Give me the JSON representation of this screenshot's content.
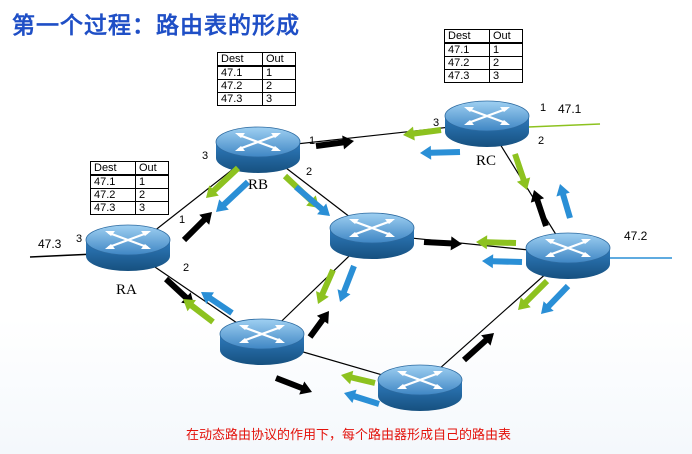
{
  "title": "第一个过程：路由表的形成",
  "caption": "在动态路由协议的作用下，每个路由器形成自己的路由表",
  "routers": {
    "RA": {
      "label": "RA"
    },
    "RB": {
      "label": "RB"
    },
    "RC": {
      "label": "RC"
    }
  },
  "networks": {
    "left": "47.3",
    "top_right": "47.1",
    "right": "47.2"
  },
  "ports": {
    "ra_left": "3",
    "ra_up": "1",
    "ra_down": "2",
    "rb_left": "3",
    "rb_right": "1",
    "rb_down": "2",
    "rc_left": "3",
    "rc_right": "1",
    "rc_down": "2"
  },
  "tables": {
    "headers": [
      "Dest",
      "Out"
    ],
    "RA": [
      [
        "47.1",
        "1"
      ],
      [
        "47.2",
        "2"
      ],
      [
        "47.3",
        "3"
      ]
    ],
    "RB": [
      [
        "47.1",
        "1"
      ],
      [
        "47.2",
        "2"
      ],
      [
        "47.3",
        "3"
      ]
    ],
    "RC": [
      [
        "47.1",
        "1"
      ],
      [
        "47.2",
        "2"
      ],
      [
        "47.3",
        "3"
      ]
    ]
  },
  "colors": {
    "title": "#1f4fc6",
    "caption": "#e3120b",
    "arrow_black": "#000000",
    "arrow_green": "#8dc21f",
    "arrow_blue": "#2a8fd6",
    "router_top": "#5d9fd0",
    "router_side": "#1b5f99"
  }
}
